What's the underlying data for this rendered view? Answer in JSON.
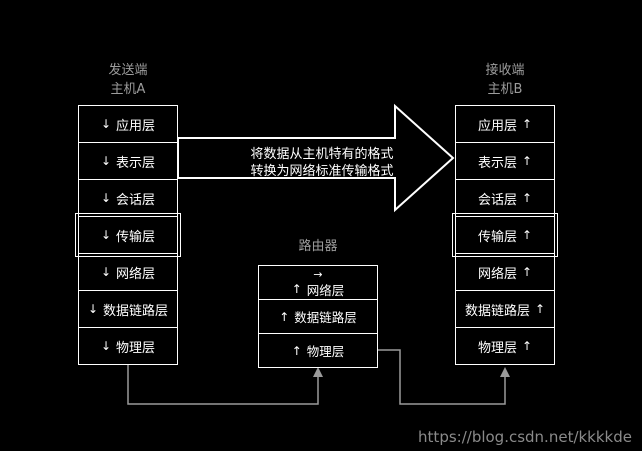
{
  "sender": {
    "role_label": "发送端",
    "host_label": "主机A",
    "arrow": "↓",
    "layers": [
      "应用层",
      "表示层",
      "会话层",
      "传输层",
      "网络层",
      "数据链路层",
      "物理层"
    ]
  },
  "receiver": {
    "role_label": "接收端",
    "host_label": "主机B",
    "arrow": "↑",
    "layers": [
      "应用层",
      "表示层",
      "会话层",
      "传输层",
      "网络层",
      "数据链路层",
      "物理层"
    ]
  },
  "router": {
    "label": "路由器",
    "arrow": "↑",
    "top_arrow": "→",
    "layers": [
      "网络层",
      "数据链路层",
      "物理层"
    ]
  },
  "center_arrow": {
    "line1": "将数据从主机特有的格式",
    "line2": "转换为网络标准传输格式"
  },
  "watermark": "https://blog.csdn.net/kkkkde",
  "colors": {
    "background": "#000000",
    "box_border": "#ffffff",
    "box_fill": "#000000",
    "box_text": "#ffffff",
    "header_text": "#9c9c9c",
    "connector": "#9a9a9a",
    "arrow_fill": "#000000",
    "arrow_stroke": "#ffffff",
    "watermark": "#8a8a8a"
  }
}
